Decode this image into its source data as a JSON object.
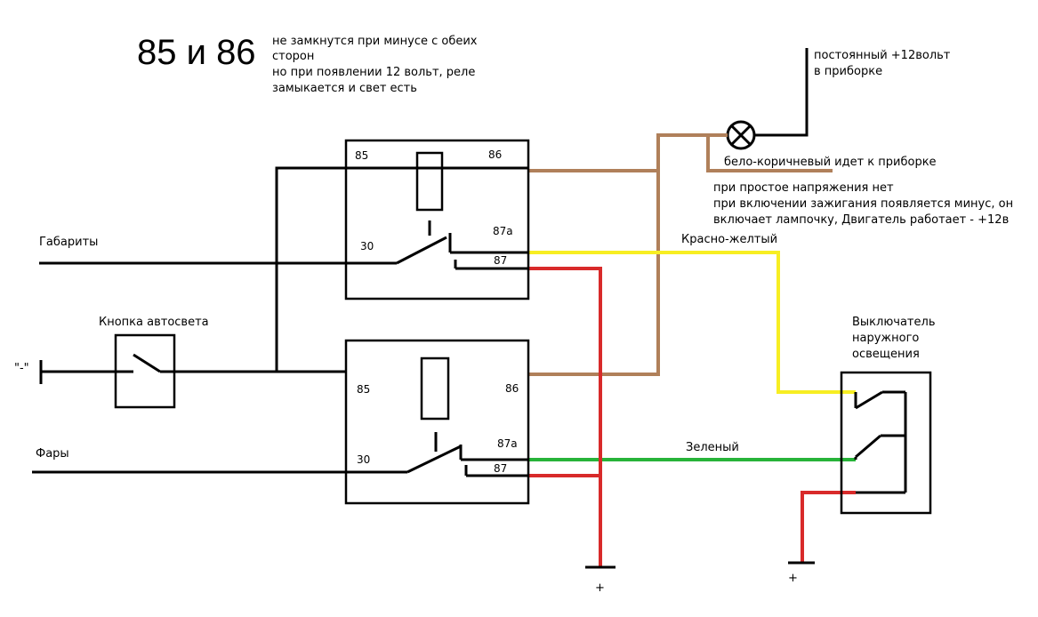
{
  "colors": {
    "brown": "#b0805a",
    "yellow": "#f7ee22",
    "red": "#d82a2a",
    "green": "#27b339",
    "black": "#000000"
  },
  "header": {
    "title": "85 и 86",
    "note_lines": [
      "не замкнутся при минусе с обеих",
      "сторон",
      "но при появлении 12 вольт, реле",
      "замыкается и свет есть"
    ]
  },
  "top_right": {
    "lines": [
      "постоянный +12вольт",
      "в приборке"
    ],
    "lamp_icon": "lamp-icon"
  },
  "brown_wire_note": "бело-коричневый идет к приборке",
  "ignition_note": [
    "при простое напряжения нет",
    "при включении зажигания появляется минус, он",
    "включает лампочку, Двигатель работает - +12в"
  ],
  "relay_top": {
    "pins": {
      "p85": "85",
      "p86": "86",
      "p30": "30",
      "p87a": "87а",
      "p87": "87"
    }
  },
  "relay_bottom": {
    "pins": {
      "p85": "85",
      "p86": "86",
      "p30": "30",
      "p87a": "87а",
      "p87": "87"
    }
  },
  "labels": {
    "gabarity": "Габариты",
    "fary": "Фары",
    "button": "Кнопка автосвета",
    "minus": "\"-\"",
    "red_yellow": "Красно-желтый",
    "green": "Зеленый",
    "plus_left": "+",
    "plus_right": "+"
  },
  "switch": {
    "lines": [
      "Выключатель",
      "наружного",
      "освещения"
    ]
  }
}
